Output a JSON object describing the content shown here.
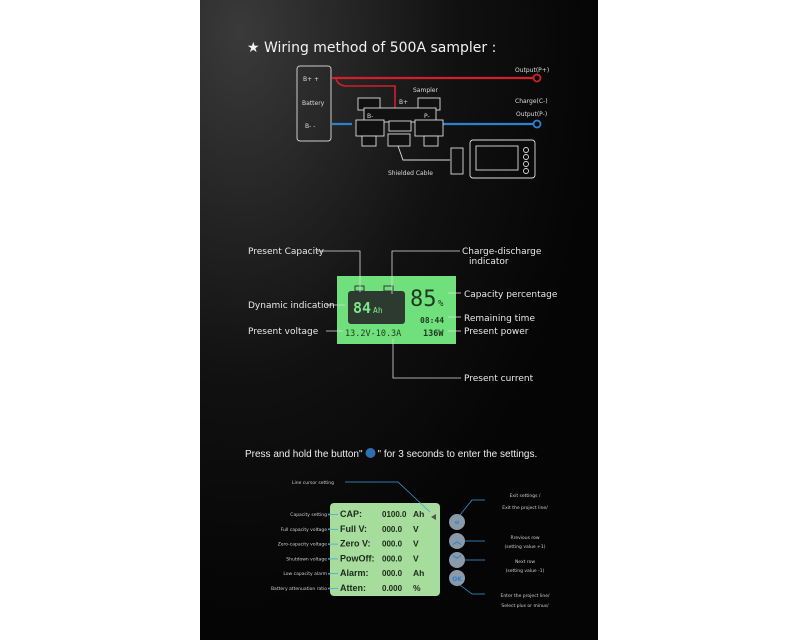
{
  "colors": {
    "panel": "#0c0c0c",
    "positive": "#d0202a",
    "negative": "#2f7fd0",
    "lcd_main": "#70e07c",
    "lcd_settings": "#a6dc9c",
    "pointer": "#3aa0e0"
  },
  "wiring": {
    "title": "★ Wiring method of 500A sampler :",
    "battery": {
      "plus": "B+ +",
      "label": "Battery",
      "minus": "B-  -"
    },
    "sampler": {
      "label": "Sampler",
      "b_plus": "B+",
      "b_minus": "B-",
      "p_minus": "P-"
    },
    "output_p_plus": "Output(P+)",
    "charge_c_minus": "Charge(C-)",
    "output_p_minus": "Output(P-)",
    "cable": "Shielded Cable"
  },
  "display": {
    "capacity": "84",
    "capacity_unit": "Ah",
    "percent": "85",
    "percent_unit": "%",
    "time": "08:44",
    "voltage_current": "13.2V-10.3A",
    "power": "136W",
    "labels": {
      "present_capacity": "Present Capacity",
      "charge_discharge": "Charge-discharge",
      "indicator": "indicator",
      "dynamic": "Dynamic indication",
      "capacity_pct": "Capacity percentage",
      "remaining": "Remaining time",
      "voltage": "Present voltage",
      "power": "Present power",
      "current": "Present current"
    }
  },
  "settings": {
    "instruction_a": "Press and hold the button\"",
    "instruction_b": "\" for 3 seconds to enter the settings.",
    "cursor_label": "Line cursor setting",
    "rows": [
      {
        "desc": "Capacity setting",
        "name": "CAP:",
        "value": "0100.0",
        "unit": "Ah"
      },
      {
        "desc": "Full capacity voltage",
        "name": "Full V:",
        "value": "000.0",
        "unit": "V"
      },
      {
        "desc": "Zero-capacity voltage",
        "name": "Zero V:",
        "value": "000.0",
        "unit": "V"
      },
      {
        "desc": "Shutdown voltage",
        "name": "PowOff:",
        "value": "000.0",
        "unit": "V"
      },
      {
        "desc": "Low capacity alarm",
        "name": "Alarm:",
        "value": "000.0",
        "unit": "Ah"
      },
      {
        "desc": "Battery attenuation ratio",
        "name": "Atten:",
        "value": "0.000",
        "unit": "%"
      }
    ],
    "buttons": [
      {
        "icon": "back-icon",
        "glyph": "«",
        "label1": "Exit settings /",
        "label2": "Exit the project line/"
      },
      {
        "icon": "up-icon",
        "glyph": "︿",
        "label1": "Rrevious row",
        "label2": "(setting value +1)"
      },
      {
        "icon": "down-icon",
        "glyph": "﹀",
        "label1": "Next row",
        "label2": "(setting value -1)"
      },
      {
        "icon": "ok-icon",
        "glyph": "OK",
        "label1": "Enter the project line/",
        "label2": "Select plus or minus/"
      }
    ]
  }
}
